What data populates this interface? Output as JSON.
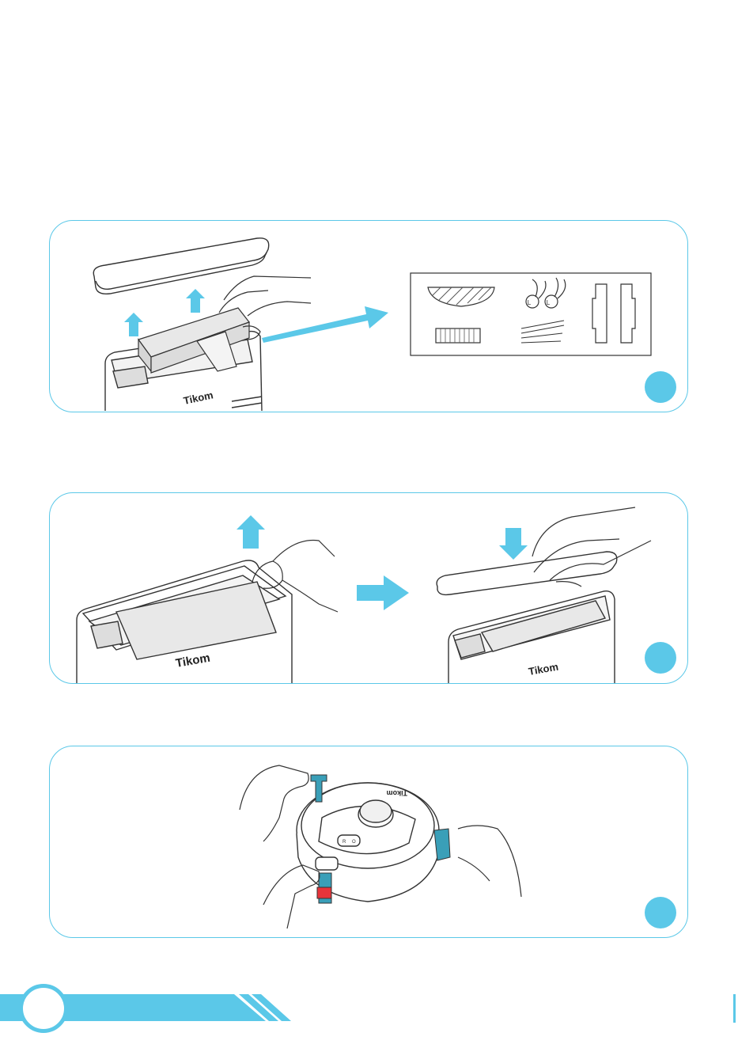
{
  "brand": {
    "logo_text": "Tikom",
    "logo_text_robot": "Tikom"
  },
  "colors": {
    "accent": "#5bc8e8",
    "outline": "#333333",
    "bag_fill": "#e8e8e8",
    "brush_red": "#e8343a",
    "brush_teal": "#3a9fb8"
  },
  "accessories": {
    "side_brush_left_label": "L",
    "side_brush_right_label": "L"
  },
  "robot_buttons": {
    "left_label": "R",
    "right_label": "O"
  },
  "page_number": ""
}
